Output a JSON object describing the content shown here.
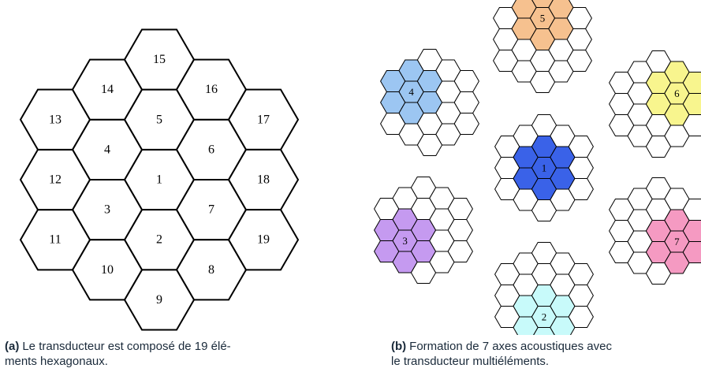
{
  "figure_a": {
    "element_labels": [
      "1",
      "2",
      "3",
      "4",
      "5",
      "6",
      "7",
      "8",
      "9",
      "10",
      "11",
      "12",
      "13",
      "14",
      "15",
      "16",
      "17",
      "18",
      "19"
    ],
    "caption_tag": "(a)",
    "caption_text_line1": "Le transducteur est composé de 19 élé-",
    "caption_text_line2": "ments hexagonaux."
  },
  "figure_b": {
    "clusters": [
      {
        "label": "1",
        "color": "#3a62e8"
      },
      {
        "label": "2",
        "color": "#c8fafa"
      },
      {
        "label": "3",
        "color": "#c59af0"
      },
      {
        "label": "4",
        "color": "#9cc6f2"
      },
      {
        "label": "5",
        "color": "#f6c18f"
      },
      {
        "label": "6",
        "color": "#f8f58e"
      },
      {
        "label": "7",
        "color": "#f59ac2"
      }
    ],
    "caption_tag": "(b)",
    "caption_text_line1": "Formation de 7 axes acoustiques avec",
    "caption_text_line2": "le transducteur multiéléments."
  }
}
